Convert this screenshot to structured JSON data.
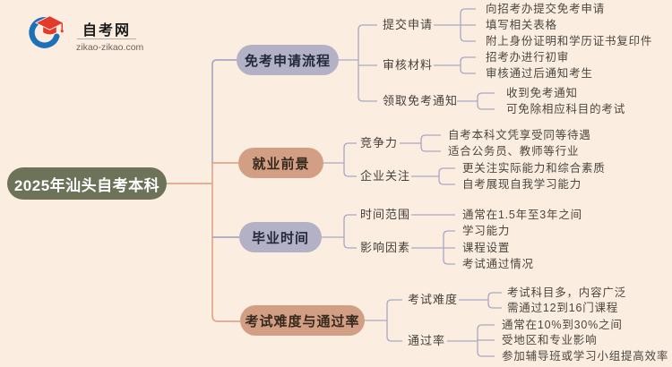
{
  "logo": {
    "site_name": "自考网",
    "site_url": "zikao-zikao.com"
  },
  "root": {
    "label": "2025年汕头自考本科"
  },
  "branches": [
    {
      "label": "免考申请流程",
      "children": [
        {
          "label": "提交申请",
          "leaves": [
            "向招考办提交免考申请",
            "填写相关表格",
            "附上身份证明和学历证书复印件"
          ]
        },
        {
          "label": "审核材料",
          "leaves": [
            "招考办进行初审",
            "审核通过后通知考生"
          ]
        },
        {
          "label": "领取免考通知",
          "leaves": [
            "收到免考通知",
            "可免除相应科目的考试"
          ]
        }
      ]
    },
    {
      "label": "就业前景",
      "children": [
        {
          "label": "竞争力",
          "leaves": [
            "自考本科文凭享受同等待遇",
            "适合公务员、教师等行业"
          ]
        },
        {
          "label": "企业关注",
          "leaves": [
            "更关注实际能力和综合素质",
            "自考展现自我学习能力"
          ]
        }
      ]
    },
    {
      "label": "毕业时间",
      "children": [
        {
          "label": "时间范围",
          "leaves": [
            "通常在1.5年至3年之间"
          ]
        },
        {
          "label": "影响因素",
          "leaves": [
            "学习能力",
            "课程设置",
            "考试通过情况"
          ]
        }
      ]
    },
    {
      "label": "考试难度与通过率",
      "children": [
        {
          "label": "考试难度",
          "leaves": [
            "考试科目多，内容广泛",
            "需通过12到16门课程"
          ]
        },
        {
          "label": "通过率",
          "leaves": [
            "通常在10%到30%之间",
            "受地区和专业影响",
            "参加辅导班或学习小组提高效率"
          ]
        }
      ]
    }
  ],
  "colors": {
    "background": "#FBEEE1",
    "root_fill": "#6C7359",
    "root_text": "#FFFFFF",
    "branch_fill_lavender": "#B2B1C6",
    "branch_fill_tan": "#D29F84",
    "line_salmon": "#E1A78A",
    "line_lavender": "#A8A8C2",
    "text_dark": "#4C463F",
    "logo_blue": "#1D71B8",
    "logo_red": "#E23B2E"
  }
}
